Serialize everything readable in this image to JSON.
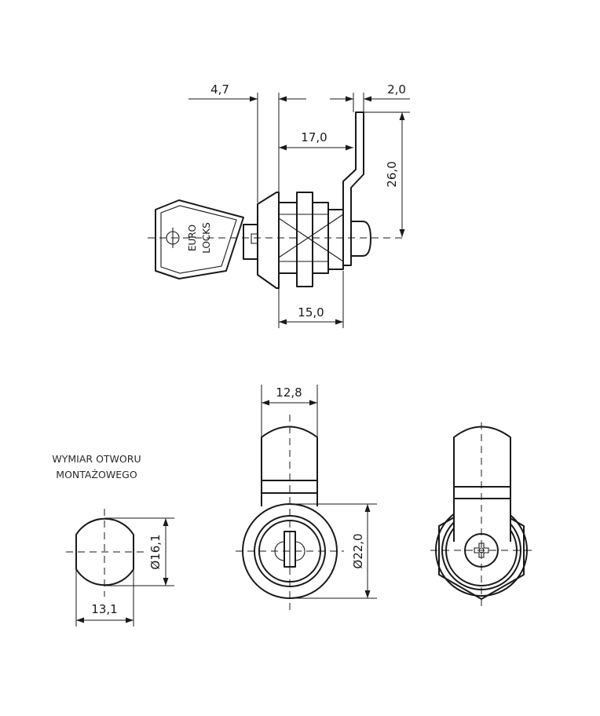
{
  "key_brand": {
    "line1": "EURO",
    "line2": "LOCKS"
  },
  "dimensions": {
    "bezel_thickness": "4,7",
    "cam_thickness": "2,0",
    "cam_offset": "17,0",
    "cam_length": "26,0",
    "thread_length": "15,0",
    "cam_width": "12,8",
    "bezel_diameter": "Ø22,0",
    "hole_diameter": "Ø16,1",
    "hole_flat_width": "13,1"
  },
  "hole_label": {
    "line1": "WYMIAR OTWORU",
    "line2": "MONTAŻOWEGO"
  }
}
